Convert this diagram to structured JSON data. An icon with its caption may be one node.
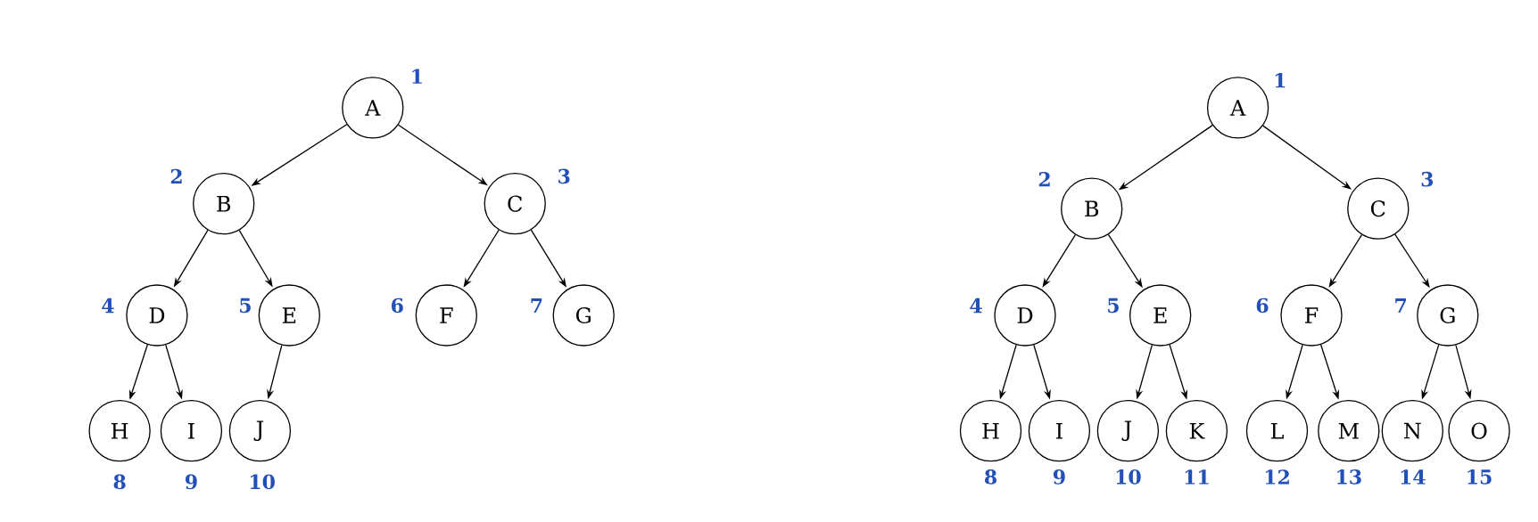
{
  "diagram": {
    "nodes": [
      {
        "text": [
          "A"
        ],
        "beside": [
          "1"
        ]
      },
      {
        "text": [
          "B"
        ],
        "beside": [
          "2"
        ]
      },
      {
        "text": [
          "C"
        ],
        "beside": [
          "3"
        ]
      },
      {
        "text": [
          "D"
        ],
        "beside": [
          "4"
        ]
      },
      {
        "text": [
          "E"
        ],
        "beside": [
          "5"
        ]
      },
      {
        "text": [
          "F"
        ],
        "beside": [
          "6"
        ]
      },
      {
        "text": [
          "G"
        ],
        "beside": [
          "7"
        ]
      },
      {
        "text": [
          "H"
        ],
        "beside": [
          "8"
        ]
      },
      {
        "text": [
          "I"
        ],
        "beside": [
          "9"
        ]
      },
      {
        "text": [
          "J"
        ],
        "beside": [
          "10"
        ]
      },
      {
        "text": [
          "A"
        ],
        "beside": [
          "1"
        ]
      },
      {
        "text": [
          "B"
        ],
        "beside": [
          "2"
        ]
      },
      {
        "text": [
          "C"
        ],
        "beside": [
          "3"
        ]
      },
      {
        "text": [
          "D"
        ],
        "beside": [
          "4"
        ]
      },
      {
        "text": [
          "E"
        ],
        "beside": [
          "5"
        ]
      },
      {
        "text": [
          "F"
        ],
        "beside": [
          "6"
        ]
      },
      {
        "text": [
          "G"
        ],
        "beside": [
          "7"
        ]
      },
      {
        "text": [
          "H"
        ],
        "beside": [
          "8"
        ]
      },
      {
        "text": [
          "I"
        ],
        "beside": [
          "9"
        ]
      },
      {
        "text": [
          "J"
        ],
        "beside": [
          "10"
        ]
      },
      {
        "text": [
          "K"
        ],
        "beside": [
          "11"
        ]
      },
      {
        "text": [
          "L"
        ],
        "beside": [
          "12"
        ]
      },
      {
        "text": [
          "M"
        ],
        "beside": [
          "13"
        ]
      },
      {
        "text": [
          "N"
        ],
        "beside": [
          "14"
        ]
      },
      {
        "text": [
          "O"
        ],
        "beside": [
          "15"
        ]
      }
    ],
    "edges": [
      {
        "from": 0,
        "to": 1,
        "arrow": "to"
      },
      {
        "from": 0,
        "to": 2,
        "arrow": "to"
      },
      {
        "from": 1,
        "to": 3,
        "arrow": "to"
      },
      {
        "from": 1,
        "to": 4,
        "arrow": "to"
      },
      {
        "from": 2,
        "to": 5,
        "arrow": "to"
      },
      {
        "from": 2,
        "to": 6,
        "arrow": "to"
      },
      {
        "from": 3,
        "to": 7,
        "arrow": "to"
      },
      {
        "from": 3,
        "to": 8,
        "arrow": "to"
      },
      {
        "from": 4,
        "to": 9,
        "arrow": "to"
      },
      {
        "from": 10,
        "to": 11,
        "arrow": "to"
      },
      {
        "from": 10,
        "to": 12,
        "arrow": "to"
      },
      {
        "from": 11,
        "to": 13,
        "arrow": "to"
      },
      {
        "from": 11,
        "to": 14,
        "arrow": "to"
      },
      {
        "from": 12,
        "to": 15,
        "arrow": "to"
      },
      {
        "from": 12,
        "to": 16,
        "arrow": "to"
      },
      {
        "from": 13,
        "to": 17,
        "arrow": "to"
      },
      {
        "from": 13,
        "to": 18,
        "arrow": "to"
      },
      {
        "from": 14,
        "to": 19,
        "arrow": "to"
      },
      {
        "from": 14,
        "to": 20,
        "arrow": "to"
      },
      {
        "from": 15,
        "to": 21,
        "arrow": "to"
      },
      {
        "from": 15,
        "to": 22,
        "arrow": "to"
      },
      {
        "from": 16,
        "to": 23,
        "arrow": "to"
      },
      {
        "from": 16,
        "to": 24,
        "arrow": "to"
      }
    ]
  }
}
